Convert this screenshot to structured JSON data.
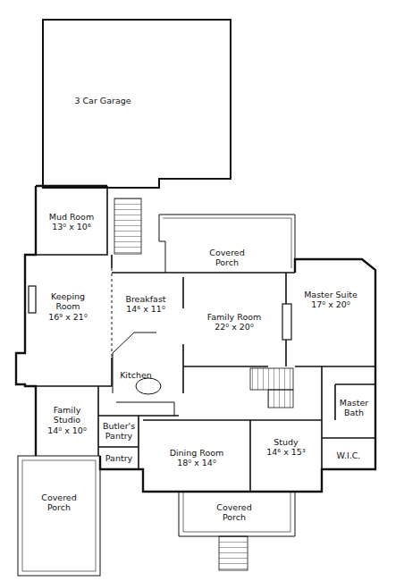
{
  "diagram": {
    "nodes": [
      {
        "text": [
          "3 Car Garage"
        ]
      },
      {
        "text": [
          "Mud Room",
          "13⁰ x 10⁶"
        ]
      },
      {
        "text": [
          "Covered Porch"
        ]
      },
      {
        "text": [
          "Keeping Room",
          "16⁹ x 21⁰"
        ]
      },
      {
        "text": [
          "Breakfast",
          "14⁶ x 11⁰"
        ]
      },
      {
        "text": [
          "Family Room",
          "22⁰ x 20⁰"
        ]
      },
      {
        "text": [
          "Master Suite",
          "17⁰ x 20⁰"
        ]
      },
      {
        "text": [
          "Kitchen"
        ]
      },
      {
        "text": [
          "Master Bath"
        ]
      },
      {
        "text": [
          "Family Studio",
          "14⁰ x 10⁰"
        ]
      },
      {
        "text": [
          "Butler's Pantry"
        ]
      },
      {
        "text": [
          "Dining Room",
          "18⁰ x 14⁰"
        ]
      },
      {
        "text": [
          "Study",
          "14⁶ x 15³"
        ]
      },
      {
        "text": [
          "W.I.C."
        ]
      },
      {
        "text": [
          "Pantry"
        ]
      },
      {
        "text": [
          "Covered Porch"
        ]
      },
      {
        "text": [
          "Covered Porch"
        ]
      }
    ]
  }
}
